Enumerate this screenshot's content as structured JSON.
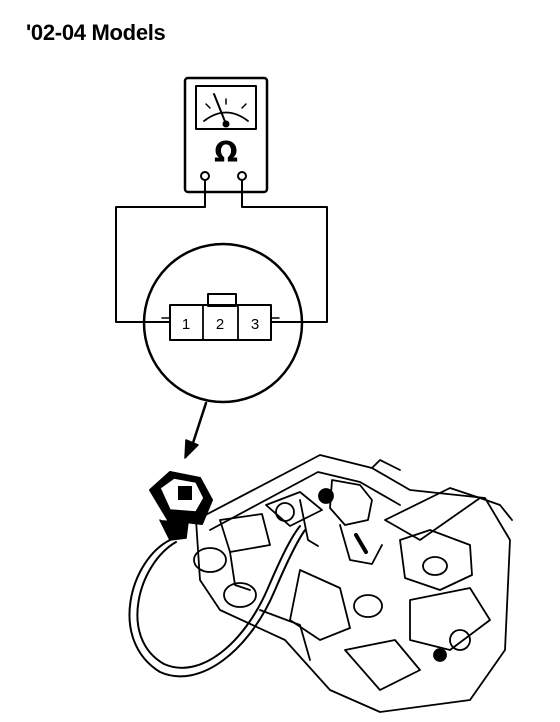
{
  "title": "'02-04 Models",
  "meter": {
    "unit_symbol": "Ω",
    "icon": "ohmmeter-icon"
  },
  "connector": {
    "terminals": [
      "1",
      "2",
      "3"
    ]
  },
  "colors": {
    "line": "#000000",
    "background": "#ffffff"
  }
}
